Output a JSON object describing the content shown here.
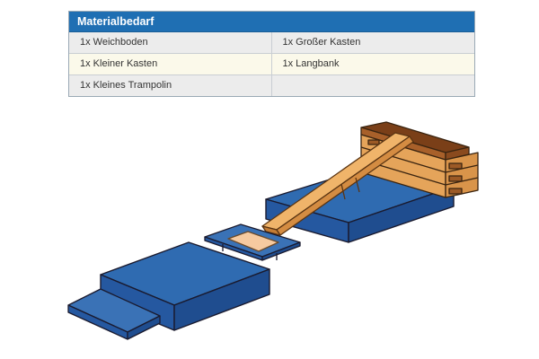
{
  "table": {
    "header": "Materialbedarf",
    "rows": [
      [
        "1x Weichboden",
        "1x Großer Kasten"
      ],
      [
        "1x Kleiner Kasten",
        "1x Langbank"
      ],
      [
        "1x Kleines Trampolin",
        ""
      ]
    ]
  },
  "colors": {
    "header_blue": "#1f6fb3",
    "mat_blue": "#2e6ab0",
    "wood": "#e3a14f",
    "wood_dark": "#9c5a26"
  }
}
